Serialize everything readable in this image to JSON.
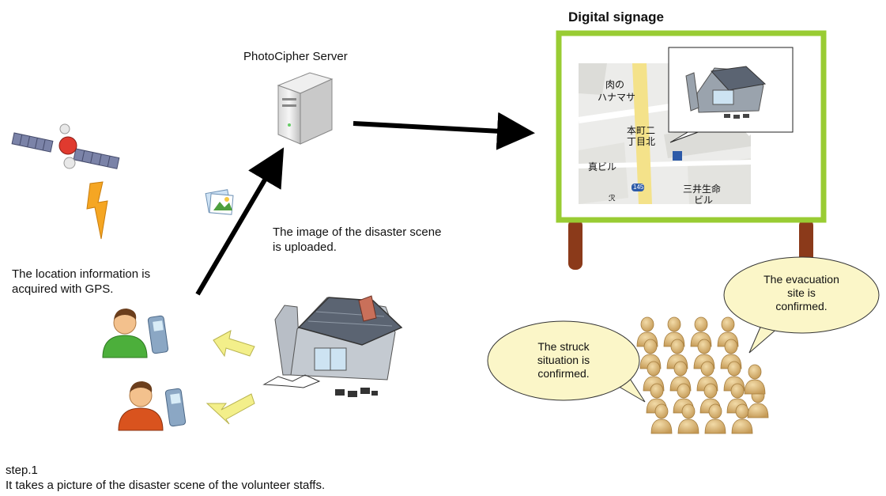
{
  "server": {
    "label": "PhotoCipher Server"
  },
  "signage": {
    "title": "Digital signage"
  },
  "map": {
    "labels": [
      "肉の",
      "ハナマサ",
      "本町二",
      "丁目北",
      "真ビル",
      "三井生命",
      "ビル",
      "145",
      "ℛ"
    ]
  },
  "notes": {
    "gps": "The location information is\nacquired with GPS.",
    "upload": "The image of the disaster scene\nis uploaded."
  },
  "bubbles": {
    "evacuation": "The evacuation\nsite is\nconfirmed.",
    "struck": "The struck\nsituation is\nconfirmed."
  },
  "step": {
    "label": "step.1",
    "description": "It takes a picture of the disaster scene of the volunteer staffs."
  },
  "colors": {
    "frame": "#99cc33",
    "post": "#8b3a1a",
    "bubble_fill": "#fbf6c8",
    "lightning": "#f5a623",
    "crowd": "#d9b779",
    "person_green": "#4caf3b",
    "person_red": "#d9531e",
    "arrow_yellow": "#f3ef8a",
    "map_road": "#f4e28a"
  }
}
